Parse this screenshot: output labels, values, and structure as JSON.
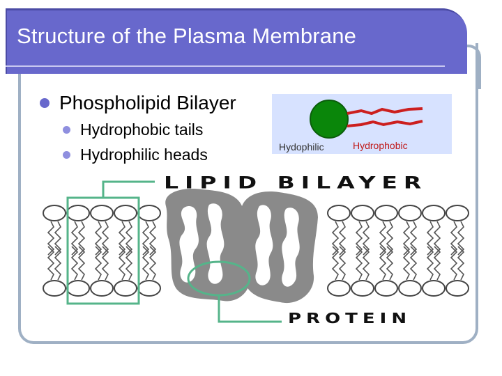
{
  "slide": {
    "title": "Structure of the Plasma Membrane",
    "bullets": [
      {
        "text": "Phospholipid Bilayer",
        "sub": [
          "Hydrophobic tails",
          "Hydrophilic heads"
        ]
      }
    ]
  },
  "phospholipid_diagram": {
    "head_label": "Hydophilic",
    "tail_label": "Hydrophobic",
    "head_color": "#0a860a",
    "tail_color": "#cc1f1f"
  },
  "membrane_diagram": {
    "top_label": "LIPID BILAYER",
    "bottom_label": "PROTEIN",
    "highlight_color": "#55b48a"
  },
  "colors": {
    "accent": "#6868cc",
    "frame": "#9fb0c4"
  }
}
